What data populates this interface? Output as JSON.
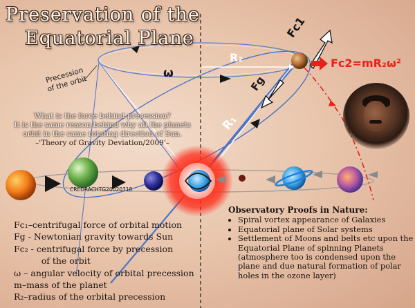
{
  "title": {
    "line1": "Preservation of the",
    "line2": "Equatorial Plane"
  },
  "question": {
    "line1": "What is the force behind precession?",
    "line2": "It is the same reason behind why all the planets",
    "line3": "orbit in the same rotating direction of Sun.",
    "citation": "–'Theory of Gravity Deviation/2009'–"
  },
  "labels": {
    "precession_line1": "Precession",
    "precession_line2": "of the orbit",
    "omega": "ω",
    "r2": "R₂",
    "r1": "R₁",
    "fc1": "Fc1",
    "fg": "Fg",
    "fc2_formula": "Fc2=mR₂ω²",
    "code": "CREDRACHTG20020318"
  },
  "legend": [
    "Fc₁–centrifugal force of orbital motion",
    "Fg  - Newtonian gravity towards Sun",
    "Fc₂  - centrifugal force by precession",
    "          of the orbit",
    "ω  – angular velocity of orbital precession",
    "m–mass of the planet",
    "R₂–radius of the orbital precession"
  ],
  "proofs": {
    "heading": "Observatory Proofs in Nature:",
    "items": [
      "Spiral vortex appearance of Galaxies",
      "Equatorial plane of Solar systems",
      "Settlement of Moons and belts etc upon the Equatorial Plane of spinning Planets (atmosphere too is condensed upon the plane and due natural formation of polar holes in the ozone layer)"
    ]
  },
  "colors": {
    "fc2_red": "#e8201a",
    "sun_red": "#ff2a1a",
    "arrow_dark": "#161616",
    "orbit_blue": "#4a74c8"
  },
  "icons": {
    "sun": "sun-icon",
    "planet": "planet-icon",
    "portrait": "portrait-photo"
  }
}
